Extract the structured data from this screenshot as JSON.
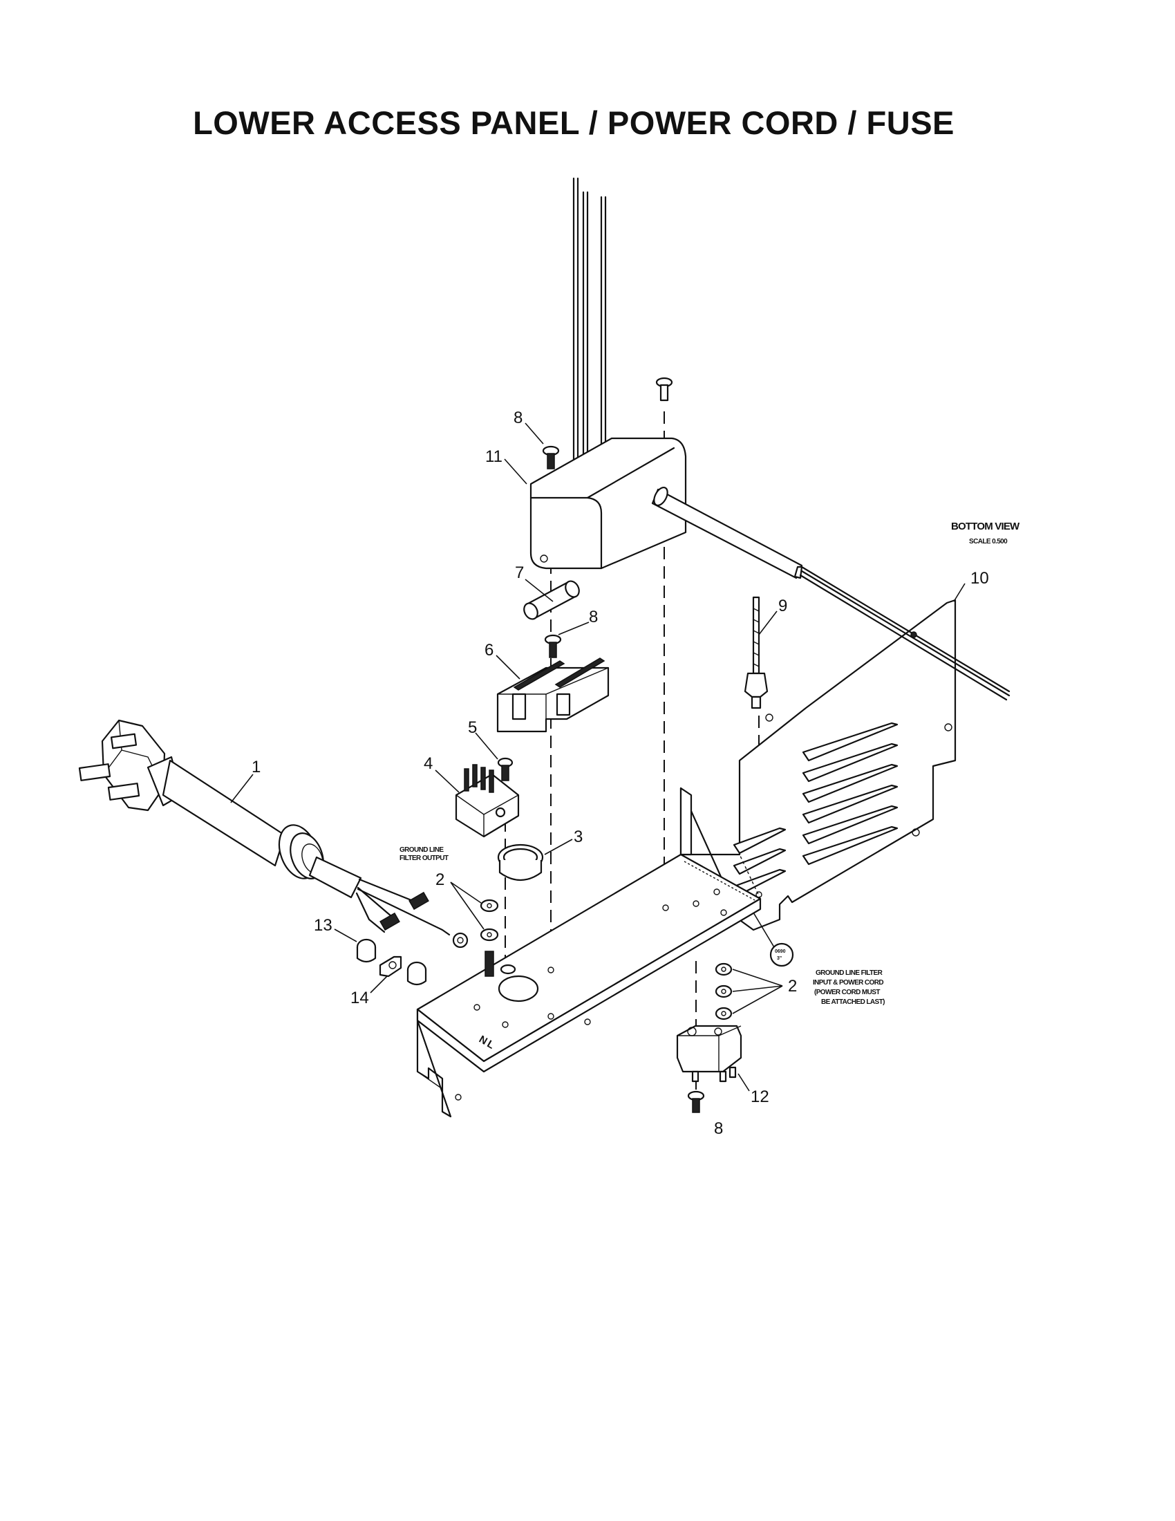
{
  "title": "LOWER ACCESS PANEL / POWER CORD / FUSE",
  "callouts": {
    "c1": "1",
    "c2a": "2",
    "c2b": "2",
    "c3": "3",
    "c4": "4",
    "c5": "5",
    "c6": "6",
    "c7": "7",
    "c8a": "8",
    "c8b": "8",
    "c8c": "8",
    "c9": "9",
    "c10": "10",
    "c11": "11",
    "c12": "12",
    "c13": "13",
    "c14": "14"
  },
  "notes": {
    "bottom_view": "BOTTOM VIEW",
    "scale": "SCALE 0.500",
    "ground_output_1": "GROUND LINE",
    "ground_output_2": "FILTER OUTPUT",
    "ground_input_1": "GROUND LINE FILTER",
    "ground_input_2": "INPUT & POWER CORD",
    "ground_input_3": "(POWER CORD MUST",
    "ground_input_4": "BE ATTACHED LAST)",
    "detail_1": "0690",
    "detail_2": "3\""
  }
}
